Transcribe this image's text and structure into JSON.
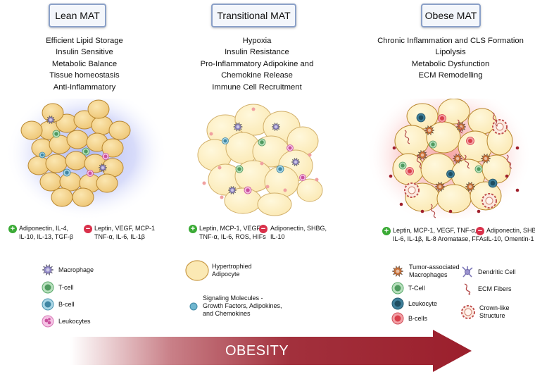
{
  "stages": [
    {
      "title": "Lean MAT",
      "features": [
        "Efficient Lipid Storage",
        "Insulin Sensitive",
        "Metabolic Balance",
        "Tissue homeostasis",
        "Anti-Inflammatory"
      ],
      "increased": [
        "Adiponectin, IL-4,",
        "IL-10, IL-13, TGF-β"
      ],
      "decreased": [
        "Leptin, VEGF, MCP-1",
        "TNF-α, IL-6, IL-1β"
      ]
    },
    {
      "title": "Transitional MAT",
      "features": [
        "Hypoxia",
        "Insulin Resistance",
        "Pro-Inflammatory Adipokine and",
        "Chemokine Release",
        "Immune Cell Recruitment"
      ],
      "increased": [
        "Leptin, MCP-1, VEGF,",
        "TNF-α, IL-6, ROS, HIFs"
      ],
      "decreased": [
        "Adiponectin, SHBG,",
        "IL-10"
      ]
    },
    {
      "title": "Obese MAT",
      "features": [
        "Chronic Inflammation and CLS Formation",
        "Lipolysis",
        "Metabolic Dysfunction",
        "ECM Remodelling"
      ],
      "increased": [
        "Leptin, MCP-1, VEGF, TNF-α,",
        "IL-6, IL-1β, IL-8 Aromatase, FFAs"
      ],
      "decreased": [
        "Adiponectin, SHBG,",
        "IL-10, Omentin-1"
      ]
    }
  ],
  "legend": {
    "col1": [
      "Macrophage",
      "T-cell",
      "B-cell",
      "Leukocytes"
    ],
    "col2": [
      "Hypertrophied\nAdipocyte",
      "Signaling Molecules -\nGrowth Factors, Adipokines,\nand Chemokines"
    ],
    "col3": [
      "Tumor-associated\nMacrophages",
      "T-Cell",
      "Leukocyte",
      "B-cells"
    ],
    "col4": [
      "Dendritic Cell",
      "ECM Fibers",
      "Crown-like\nStructure"
    ]
  },
  "arrow_label": "OBESITY",
  "colors": {
    "adipocyte": "#f7dd9a",
    "adipocyte_border": "#b8862e",
    "tcell": "#7cc28a",
    "bcell": "#6fb0c8",
    "leukocyte": "#e88fc8",
    "macrophage": "#8e84c9",
    "tam": "#c96a2e",
    "bcell_obese": "#e8606a",
    "leukocyte_obese": "#2d6f8a",
    "arrow_dark": "#9b1f2c",
    "increase": "#3aaa35",
    "decrease": "#d9304a"
  }
}
